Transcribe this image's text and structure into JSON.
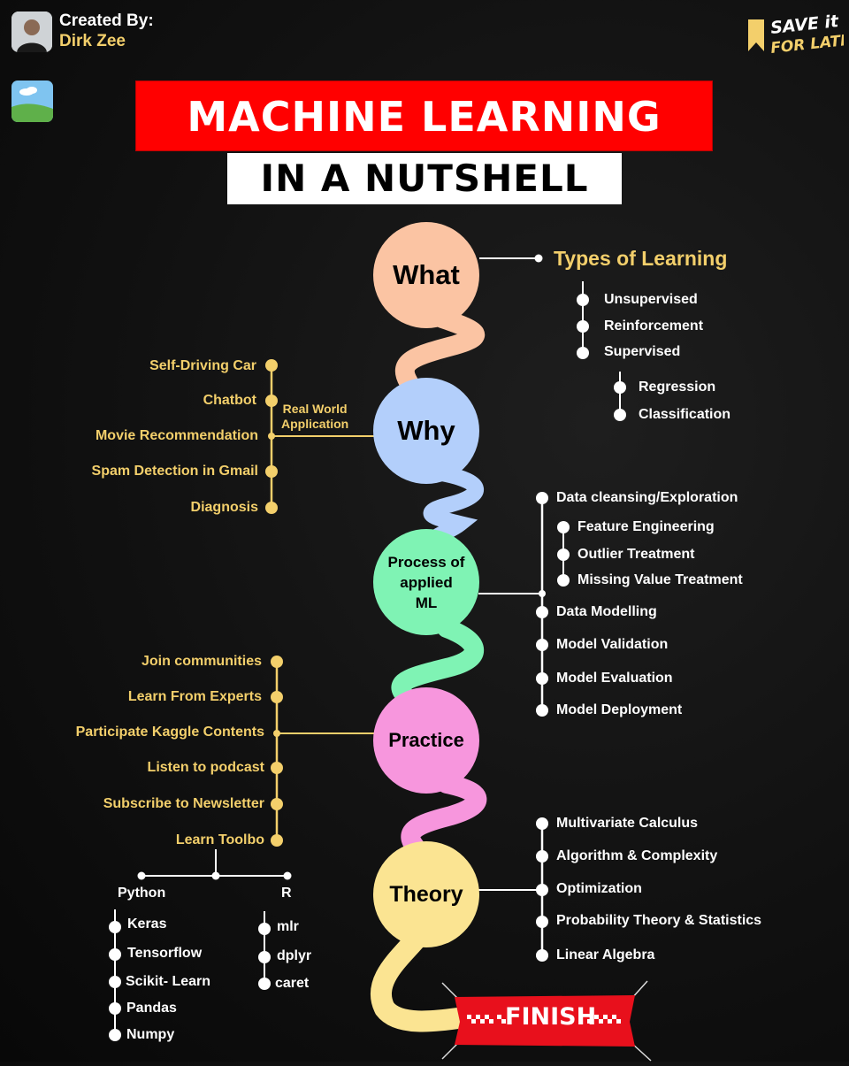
{
  "header": {
    "created_label": "Created By:",
    "creator_name": "Dirk Zee",
    "brand_line1": "SAVE it",
    "brand_line2": "FOR LATER"
  },
  "title": {
    "line1": "MACHINE LEARNING",
    "line2": "IN A NUTSHELL"
  },
  "nodes": {
    "what": "What",
    "why": "Why",
    "process_1": "Process of",
    "process_2": "applied",
    "process_3": "ML",
    "practice": "Practice",
    "theory": "Theory"
  },
  "what_branch": {
    "heading": "Types of Learning",
    "types": [
      "Unsupervised",
      "Reinforcement",
      "Supervised"
    ],
    "supervised_sub": [
      "Regression",
      "Classification"
    ]
  },
  "why_branch": {
    "label_1": "Real World",
    "label_2": "Application",
    "items": [
      "Self-Driving Car",
      "Chatbot",
      "Movie Recommendation",
      "Spam Detection in Gmail",
      "Diagnosis"
    ]
  },
  "process_branch": {
    "step_1": "Data cleansing/Exploration",
    "step_1_sub": [
      "Feature Engineering",
      "Outlier Treatment",
      "Missing Value Treatment"
    ],
    "steps": [
      "Data Modelling",
      "Model Validation",
      "Model Evaluation",
      "Model Deployment"
    ]
  },
  "practice_branch": {
    "items": [
      "Join communities",
      "Learn From Experts",
      "Participate Kaggle Contents",
      "Listen to podcast",
      "Subscribe to Newsletter",
      "Learn Toolbo"
    ],
    "toolbox": {
      "python_label": "Python",
      "r_label": "R",
      "python_tools": [
        "Keras",
        "Tensorflow",
        "Scikit- Learn",
        "Pandas",
        "Numpy"
      ],
      "r_tools": [
        "mlr",
        "dplyr",
        "caret"
      ]
    }
  },
  "theory_branch": {
    "items": [
      "Multivariate Calculus",
      "Algorithm & Complexity",
      "Optimization",
      "Probability Theory & Statistics",
      "Linear Algebra"
    ]
  },
  "finish_label": "FINISH",
  "colors": {
    "accent_yellow": "#f3cf6b",
    "title_red": "#ff0000",
    "what": "#fbc4a3",
    "why": "#b3cffb",
    "process": "#7ff3b4",
    "practice": "#f796dd",
    "theory": "#fbe492"
  }
}
